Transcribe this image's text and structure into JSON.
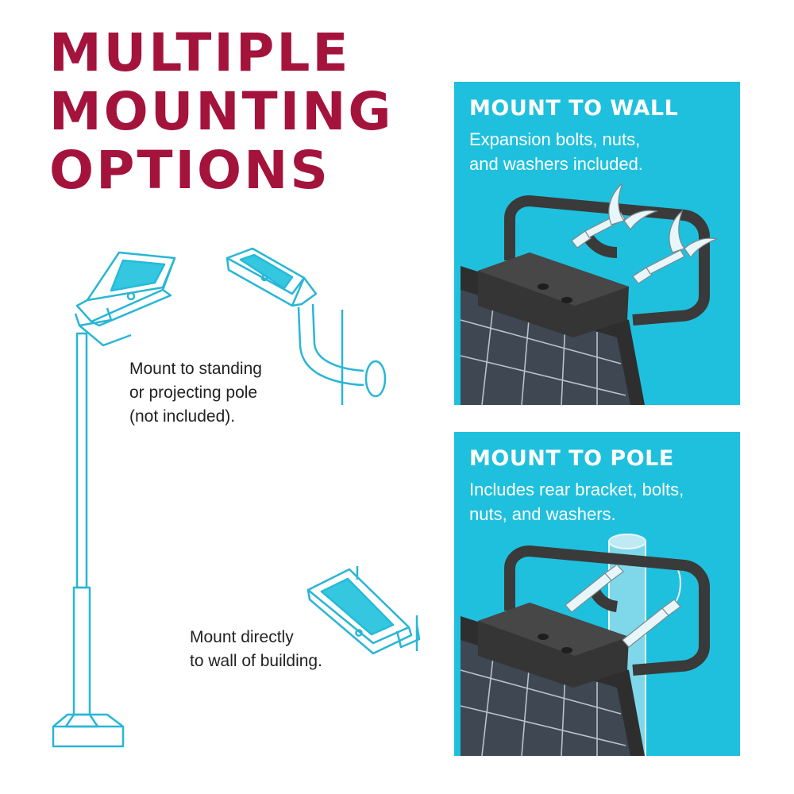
{
  "headline": {
    "lines": [
      "MULTIPLE",
      "MOUNTING",
      "OPTIONS"
    ],
    "color": "#a4133c"
  },
  "captions": {
    "pole": [
      "Mount to standing",
      "or projecting pole",
      "(not included)."
    ],
    "wall": [
      "Mount directly",
      "to wall of building."
    ]
  },
  "panels": {
    "wall": {
      "title": "MOUNT TO WALL",
      "desc": [
        "Expansion bolts, nuts,",
        "and washers included."
      ]
    },
    "pole": {
      "title": "MOUNT TO POLE",
      "desc": [
        "Includes rear bracket, bolts,",
        "nuts, and washers."
      ]
    }
  },
  "colors": {
    "accent": "#1fc0dd",
    "line_art": "#29b6d6",
    "product": "#3c3c3c",
    "bolt": "#e8f6f9"
  }
}
